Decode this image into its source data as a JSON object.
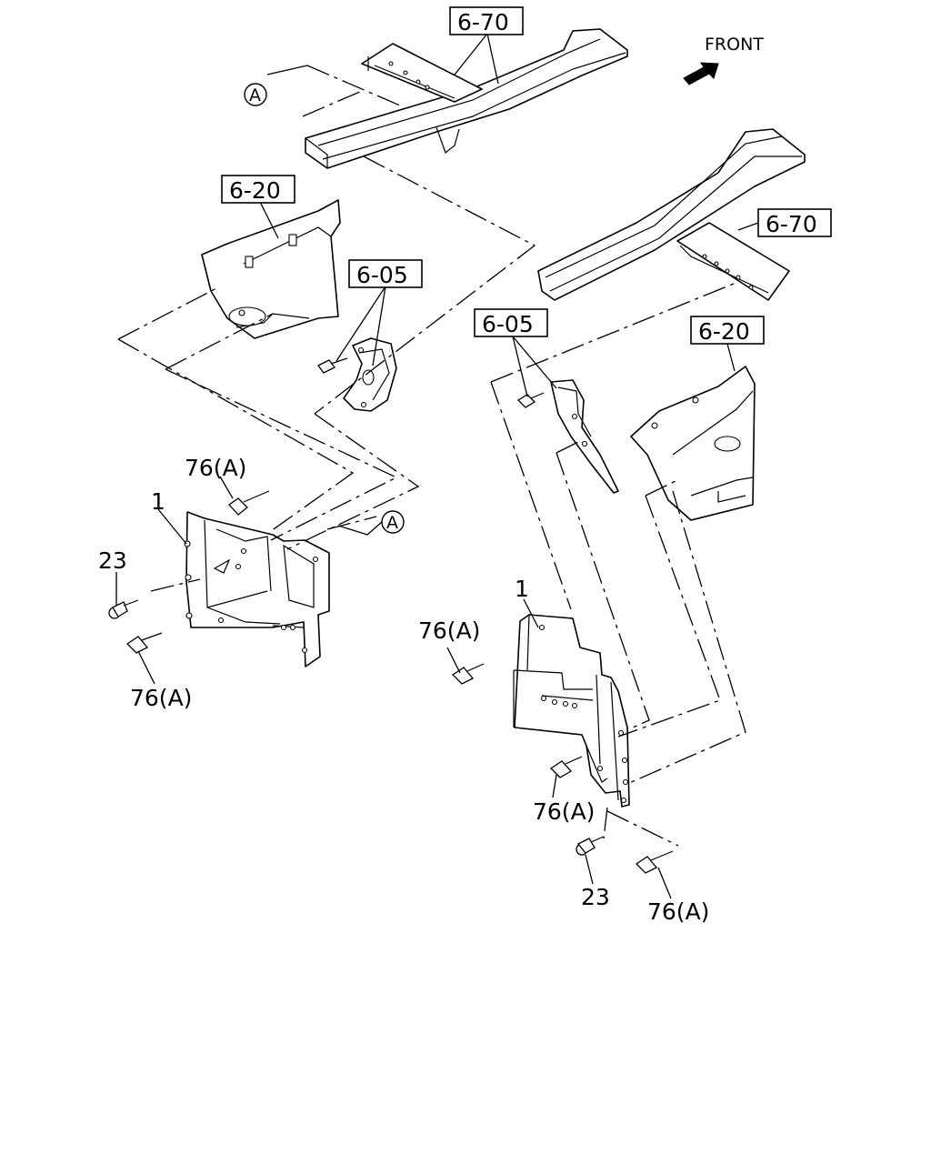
{
  "front_label": "FRONT",
  "ref_labels": {
    "frame_top": "6-70",
    "frame_right": "6-70",
    "upper_left_panel": "6-20",
    "upper_right_panel": "6-20",
    "bracket_left": "6-05",
    "bracket_right": "6-05"
  },
  "circle_labels": {
    "a_top": "A",
    "a_mid": "A"
  },
  "part_labels": {
    "left_part_1": "1",
    "left_bolt_76_top": "76(A)",
    "left_bolt_23": "23",
    "left_bolt_76_bottom": "76(A)",
    "right_part_1": "1",
    "right_bolt_76_left": "76(A)",
    "right_bolt_76_mid": "76(A)",
    "right_bolt_23": "23",
    "right_bolt_76_bottom": "76(A)"
  }
}
